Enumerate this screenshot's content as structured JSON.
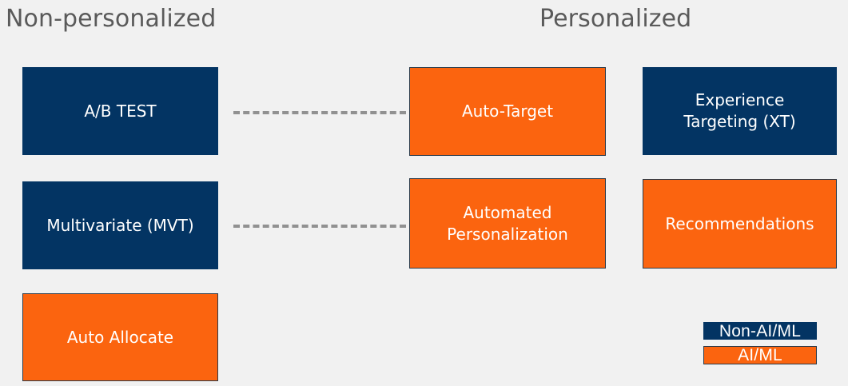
{
  "headers": {
    "left": "Non-personalized",
    "right": "Personalized"
  },
  "colors": {
    "background": "#f1f1f1",
    "non_ai_ml": "#033463",
    "ai_ml": "#fb640f",
    "border": "#2b3a49",
    "header_text": "#5a5a5a",
    "connector": "#919191",
    "node_text": "#ffffff"
  },
  "nodes": [
    {
      "id": "ab-test",
      "label": "A/B TEST",
      "category": "Non-AI/ML",
      "column": "Non-personalized",
      "row": 1
    },
    {
      "id": "auto-target",
      "label": "Auto-Target",
      "category": "AI/ML",
      "column": "Personalized",
      "row": 1
    },
    {
      "id": "experience-targeting-xt",
      "label": "Experience\nTargeting (XT)",
      "category": "Non-AI/ML",
      "column": "Personalized",
      "row": 1
    },
    {
      "id": "multivariate-mvt",
      "label": "Multivariate (MVT)",
      "category": "Non-AI/ML",
      "column": "Non-personalized",
      "row": 2
    },
    {
      "id": "automated-personalization",
      "label": "Automated\nPersonalization",
      "category": "AI/ML",
      "column": "Personalized",
      "row": 2
    },
    {
      "id": "recommendations",
      "label": "Recommendations",
      "category": "AI/ML",
      "column": "Personalized",
      "row": 2
    },
    {
      "id": "auto-allocate",
      "label": "Auto Allocate",
      "category": "AI/ML",
      "column": "Non-personalized",
      "row": 3
    }
  ],
  "node_labels": {
    "ab_test": "A/B TEST",
    "auto_target": "Auto-Target",
    "experience_targeting_line1": "Experience",
    "experience_targeting_line2": "Targeting (XT)",
    "multivariate": "Multivariate (MVT)",
    "automated_personalization_line1": "Automated",
    "automated_personalization_line2": "Personalization",
    "recommendations": "Recommendations",
    "auto_allocate": "Auto Allocate"
  },
  "connections": [
    {
      "from": "ab-test",
      "to": "auto-target",
      "style": "dashed"
    },
    {
      "from": "multivariate-mvt",
      "to": "automated-personalization",
      "style": "dashed"
    }
  ],
  "legend": {
    "items": [
      {
        "label": "Non-AI/ML",
        "color": "#033463"
      },
      {
        "label": "AI/ML",
        "color": "#fb640f"
      }
    ]
  }
}
